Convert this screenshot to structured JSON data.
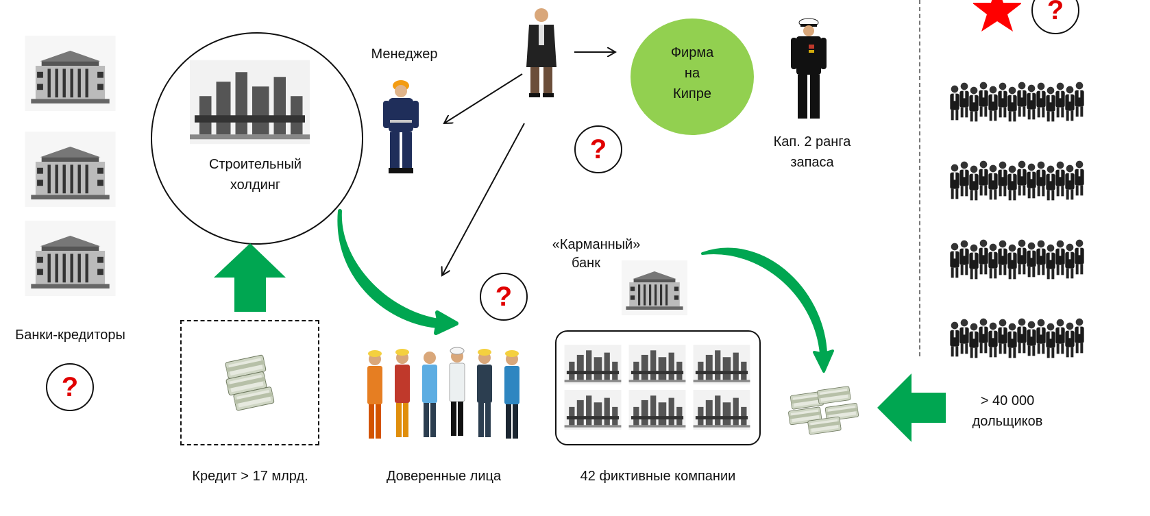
{
  "banks": {
    "label": "Банки-кредиторы"
  },
  "holding": {
    "label_line1": "Строительный",
    "label_line2": "холдинг"
  },
  "manager": {
    "label": "Менеджер"
  },
  "cyprus_firm": {
    "line1": "Фирма",
    "line2": "на",
    "line3": "Кипре"
  },
  "captain": {
    "line1": "Кап. 2 ранга",
    "line2": "запаса"
  },
  "pocket_bank": {
    "line1": "«Карманный»",
    "line2": "банк"
  },
  "credit": {
    "label": "Кредит  > 17 млрд."
  },
  "trusted": {
    "label": "Доверенные лица"
  },
  "fictitious": {
    "label": "42 фиктивные компании"
  },
  "shareholders": {
    "line1": "> 40 000",
    "line2": "дольщиков"
  },
  "question_mark": "?",
  "colors": {
    "green_arrow": "#00a651",
    "firm_circle": "#92d050",
    "question": "#e00000",
    "star": "#ff0000"
  }
}
